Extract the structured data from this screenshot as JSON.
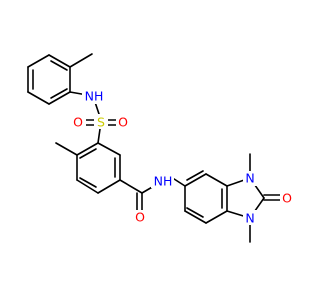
{
  "molecule": {
    "colors": {
      "carbon": "#000000",
      "nitrogen": "#0000ff",
      "oxygen": "#ff0000",
      "sulfur": "#cccc00"
    },
    "atoms": {
      "N_sulfonamide": {
        "label": "NH",
        "element": "nitrogen"
      },
      "S": {
        "label": "S",
        "element": "sulfur"
      },
      "O_sulfonyl_left": {
        "label": "O",
        "element": "oxygen"
      },
      "O_sulfonyl_right": {
        "label": "O",
        "element": "oxygen"
      },
      "N_amide": {
        "label": "NH",
        "element": "nitrogen"
      },
      "O_amide": {
        "label": "O",
        "element": "oxygen"
      },
      "N_imid_top": {
        "label": "N",
        "element": "nitrogen"
      },
      "N_imid_bottom": {
        "label": "N",
        "element": "nitrogen"
      },
      "O_imid": {
        "label": "O",
        "element": "oxygen"
      }
    }
  }
}
